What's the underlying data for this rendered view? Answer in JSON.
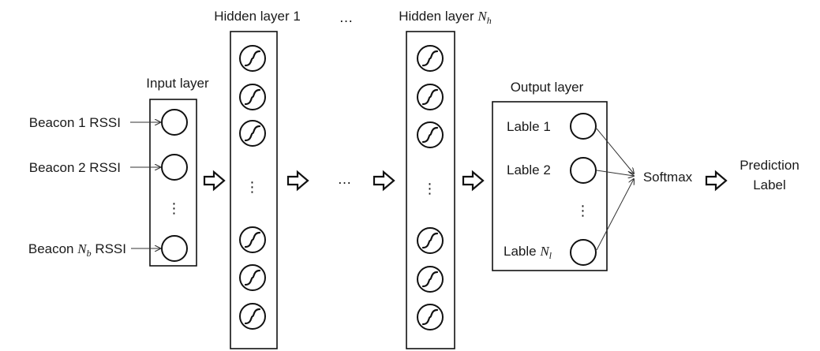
{
  "input_layer": {
    "title": "Input layer",
    "beacons": [
      {
        "pre": "Beacon 1 RSSI",
        "var": "",
        "sub": "",
        "post": ""
      },
      {
        "pre": "Beacon 2 RSSI",
        "var": "",
        "sub": "",
        "post": ""
      },
      {
        "pre": "Beacon ",
        "var": "N",
        "sub": "b",
        "post": " RSSI"
      }
    ],
    "ellipsis": "⋮"
  },
  "hidden_layer_1": {
    "title": "Hidden layer 1",
    "ellipsis": "⋮"
  },
  "hidden_layer_n": {
    "title_pre": "Hidden layer ",
    "var": "N",
    "sub": "h",
    "ellipsis": "⋮"
  },
  "between_dots": "…",
  "output_layer": {
    "title": "Output layer",
    "labels": [
      {
        "pre": "Lable 1",
        "var": "",
        "sub": ""
      },
      {
        "pre": "Lable 2",
        "var": "",
        "sub": ""
      },
      {
        "pre": "Lable ",
        "var": "N",
        "sub": "l"
      }
    ],
    "ellipsis": "⋮"
  },
  "softmax": "Softmax",
  "prediction": {
    "line1": "Prediction",
    "line2": "Label"
  }
}
